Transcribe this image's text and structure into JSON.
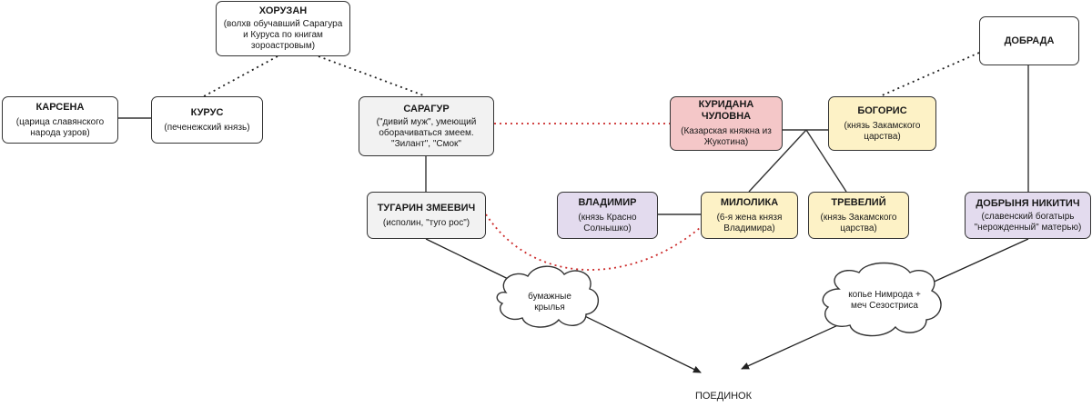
{
  "nodes": {
    "khoruzan": {
      "title": "ХОРУЗАН",
      "sub": "(волхв обучавший Сарагура и Куруса по книгам зороастровым)"
    },
    "karsena": {
      "title": "КАРСЕНА",
      "sub": "(царица славянского народа узров)"
    },
    "kurus": {
      "title": "КУРУС",
      "sub": "(печенежский князь)"
    },
    "saragur": {
      "title": "САРАГУР",
      "sub": "(\"дивий муж\", умеющий оборачиваться змеем. \"Зилант\", \"Смок\""
    },
    "tugarin": {
      "title": "ТУГАРИН ЗМЕЕВИЧ",
      "sub": "(исполин, \"туго рос\")"
    },
    "kuridana": {
      "title": "КУРИДАНА ЧУЛОВНА",
      "sub": "(Казарская княжна из Жукотина)"
    },
    "bogoris": {
      "title": "БОГОРИС",
      "sub": "(князь Закамского царства)"
    },
    "dobrada": {
      "title": "ДОБРАДА",
      "sub": ""
    },
    "vladimir": {
      "title": "ВЛАДИМИР",
      "sub": "(князь Красно Солнышко)"
    },
    "milolika": {
      "title": "МИЛОЛИКА",
      "sub": "(6-я жена князя Владимира)"
    },
    "treveliy": {
      "title": "ТРЕВЕЛИЙ",
      "sub": "(князь Закамского царства)"
    },
    "dobrynya": {
      "title": "ДОБРЫНЯ НИКИТИЧ",
      "sub": "(славенский богатырь \"нерожденный\" матерью)"
    }
  },
  "clouds": {
    "left": "бумажные крылья",
    "right": "копье Нимрода + меч Сезостриса"
  },
  "duel_label": "ПОЕДИНОК",
  "colors": {
    "solid_line": "#333333",
    "dotted_black": "#222222",
    "dotted_red": "#cc2b2b",
    "pink_fill": "#f4c7c8",
    "yellow_fill": "#fdf2c6",
    "violet_fill": "#e3dbee",
    "gray_fill": "#f2f2f2"
  }
}
